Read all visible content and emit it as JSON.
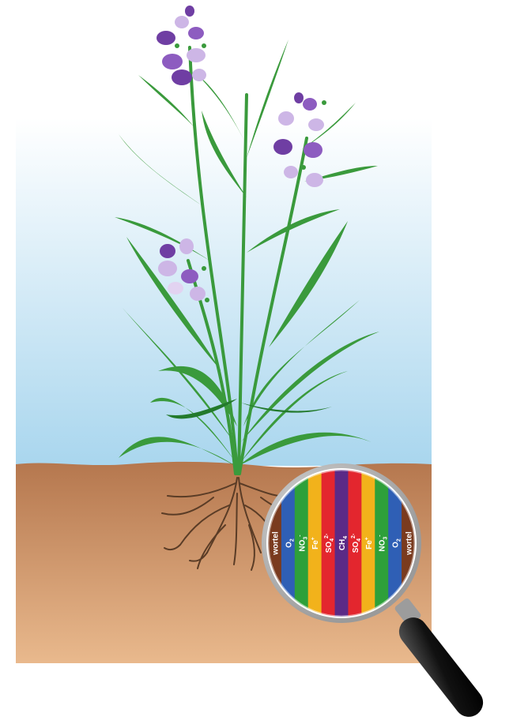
{
  "colors": {
    "sky_top": "#ffffff",
    "sky_bottom": "#a9d6ee",
    "soil_top": "#b5774e",
    "soil_bottom": "#e9b98d",
    "leaf": "#3a9a3c",
    "leaf_dark": "#237a2c",
    "flower_dark": "#6f3ea3",
    "flower_light": "#cdb6e6",
    "root": "#5a3c26",
    "lens_rim": "#b9b9b9",
    "handle": "#1a1a1a"
  },
  "zones": [
    {
      "label": "wortel",
      "sup": "",
      "sub": "",
      "color": "#7a3b1f"
    },
    {
      "label": "O",
      "sub": "2",
      "sup": "",
      "color": "#2f5fb5"
    },
    {
      "label": "NO",
      "sub": "3",
      "sup": "-",
      "color": "#2ea03a"
    },
    {
      "label": "Fe",
      "sub": "",
      "sup": "+",
      "color": "#f2b21b"
    },
    {
      "label": "SO",
      "sub": "4",
      "sup": "2-",
      "color": "#e3262e"
    },
    {
      "label": "CH",
      "sub": "4",
      "sup": "",
      "color": "#5b2a86"
    },
    {
      "label": "SO",
      "sub": "4",
      "sup": "2-",
      "color": "#e3262e"
    },
    {
      "label": "Fe",
      "sub": "",
      "sup": "+",
      "color": "#f2b21b"
    },
    {
      "label": "NO",
      "sub": "3",
      "sup": "-",
      "color": "#2ea03a"
    },
    {
      "label": "O",
      "sub": "2",
      "sup": "",
      "color": "#2f5fb5"
    },
    {
      "label": "wortel",
      "sup": "",
      "sub": "",
      "color": "#7a3b1f"
    }
  ]
}
